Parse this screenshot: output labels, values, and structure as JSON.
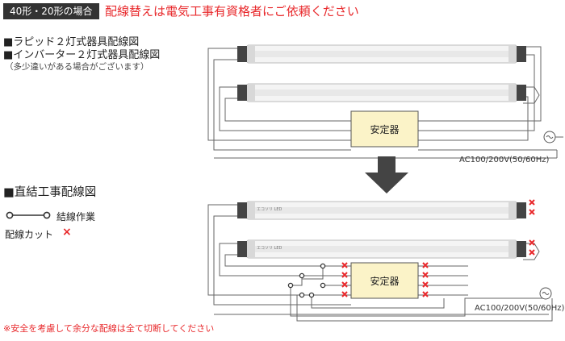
{
  "header": {
    "badge": "40形・20形の場合",
    "warning": "配線替えは電気工事有資格者にご依頼ください"
  },
  "before": {
    "title1": "■ラピッド２灯式器具配線図",
    "title2": "■インバーター２灯式器具配線図",
    "note": "（多少違いがある場合がございます）",
    "ballast_label": "安定器",
    "ac_label": "AC100/200V(50/60Hz)"
  },
  "after": {
    "title": "■直結工事配線図",
    "legend_connect": "結線作業",
    "legend_cut": "配線カット",
    "cut_mark": "×",
    "ballast_label": "安定器",
    "ac_label": "AC100/200V(50/60Hz)",
    "tube_print": "エコソリ LED"
  },
  "footer": {
    "warning": "※安全を考慮して余分な配線は全て切断してください"
  },
  "colors": {
    "accent_red": "#e8282b",
    "ballast_fill": "#fbf3c8",
    "arrow": "#444444",
    "badge": "#333333"
  }
}
